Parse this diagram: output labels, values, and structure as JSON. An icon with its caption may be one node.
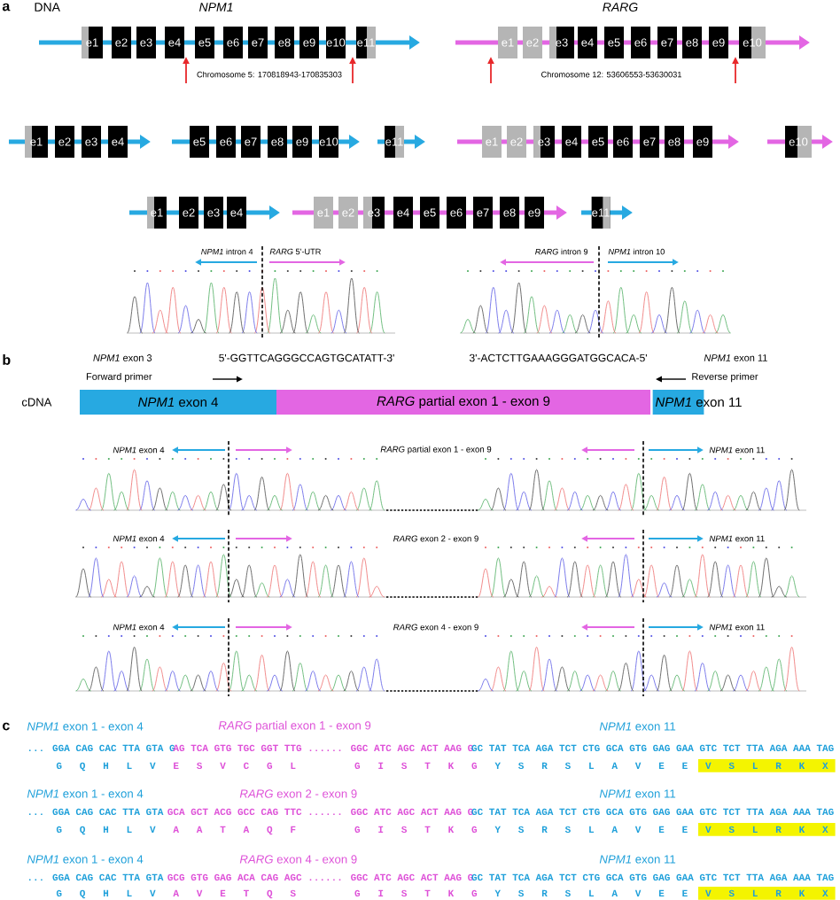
{
  "diagram": {
    "nodes": [
      {
        "text": [
          "e1"
        ]
      },
      {
        "text": [
          "e2"
        ]
      },
      {
        "text": [
          "e3"
        ]
      },
      {
        "text": [
          "e4"
        ]
      },
      {
        "text": [
          "e5"
        ]
      },
      {
        "text": [
          "e6"
        ]
      },
      {
        "text": [
          "e7"
        ]
      },
      {
        "text": [
          "e8"
        ]
      },
      {
        "text": [
          "e9"
        ]
      },
      {
        "text": [
          "e10"
        ]
      },
      {
        "text": [
          "e11"
        ]
      },
      {
        "text": [
          "e1"
        ]
      },
      {
        "text": [
          "e2"
        ]
      },
      {
        "text": [
          "e3"
        ]
      },
      {
        "text": [
          "e4"
        ]
      },
      {
        "text": [
          "e5"
        ]
      },
      {
        "text": [
          "e6"
        ]
      },
      {
        "text": [
          "e7"
        ]
      },
      {
        "text": [
          "e8"
        ]
      },
      {
        "text": [
          "e9"
        ]
      },
      {
        "text": [
          "e10"
        ]
      },
      {
        "text": [
          "e1"
        ]
      },
      {
        "text": [
          "e2"
        ]
      },
      {
        "text": [
          "e3"
        ]
      },
      {
        "text": [
          "e4"
        ]
      },
      {
        "text": [
          "e5"
        ]
      },
      {
        "text": [
          "e6"
        ]
      },
      {
        "text": [
          "e7"
        ]
      },
      {
        "text": [
          "e8"
        ]
      },
      {
        "text": [
          "e9"
        ]
      },
      {
        "text": [
          "e10"
        ]
      },
      {
        "text": [
          "e11"
        ]
      },
      {
        "text": [
          "e1"
        ]
      },
      {
        "text": [
          "e2"
        ]
      },
      {
        "text": [
          "e3"
        ]
      },
      {
        "text": [
          "e4"
        ]
      },
      {
        "text": [
          "e5"
        ]
      },
      {
        "text": [
          "e6"
        ]
      },
      {
        "text": [
          "e7"
        ]
      },
      {
        "text": [
          "e8"
        ]
      },
      {
        "text": [
          "e9"
        ]
      },
      {
        "text": [
          "e10"
        ]
      },
      {
        "text": [
          "e1"
        ]
      },
      {
        "text": [
          "e2"
        ]
      },
      {
        "text": [
          "e3"
        ]
      },
      {
        "text": [
          "e4"
        ]
      },
      {
        "text": [
          "e1"
        ]
      },
      {
        "text": [
          "e2"
        ]
      },
      {
        "text": [
          "e3"
        ]
      },
      {
        "text": [
          "e4"
        ]
      },
      {
        "text": [
          "e5"
        ]
      },
      {
        "text": [
          "e6"
        ]
      },
      {
        "text": [
          "e7"
        ]
      },
      {
        "text": [
          "e8"
        ]
      },
      {
        "text": [
          "e9"
        ]
      },
      {
        "text": [
          "e11"
        ]
      },
      {
        "text": [
          "*NPM1* exon 4"
        ]
      },
      {
        "text": [
          "*RARG* partial exon 1 - exon 9"
        ]
      },
      {
        "text": [
          "*NPM1* exon 11"
        ]
      },
      {
        "text": [
          "V S L R K X"
        ]
      },
      {
        "text": [
          "V S L R K X"
        ]
      },
      {
        "text": [
          "V S L R K X"
        ]
      }
    ],
    "labels": [
      "a",
      "DNA",
      "NPM1",
      "RARG",
      "Chromosome 5: 170818943-170835303",
      "Chromosome 12: 53606553-53630031",
      "*NPM1* intron 4",
      "*RARG* 5'-UTR",
      "*RARG* intron 9",
      "*NPM1* intron 10",
      "b",
      "*NPM1* exon 3",
      "5'-GGTTCAGGGCCAGTGCATATT-3'",
      "3'-ACTCTTGAAAGGGATGGCACA-5'",
      "*NPM1* exon 11",
      "Forward primer",
      "Reverse primer",
      "cDNA",
      "*NPM1* exon 4",
      "*RARG* partial exon 1 - exon 9",
      "*NPM1* exon 11",
      "*NPM1* exon 4",
      "*RARG* exon 2 - exon 9",
      "*NPM1* exon 11",
      "*NPM1* exon 4",
      "*RARG* exon 4 - exon 9",
      "*NPM1* exon 11",
      "c",
      "*NPM1* exon 1 - exon 4",
      "*RARG* partial exon 1 - exon 9",
      "*NPM1* exon 11",
      "... GGA CAG CAC TTA GTA G",
      "AG TCA GTG TGC GGT TTG ...... GGC ATC AGC ACT AAG G",
      "GC TAT TCA AGA TCT CTG GCA GTG GAG GAA GTC TCT TTA AGA AAA TAG",
      "G Q H L V",
      "E S V C G L",
      "G I S T K G",
      "Y S R S L A V E E",
      "*NPM1* exon 1 - exon 4",
      "*RARG* exon 2 - exon 9",
      "*NPM1* exon 11",
      "... GGA CAG CAC TTA GTA",
      "GCA GCT ACG GCC CAG TTC ...... GGC ATC AGC ACT AAG G",
      "GC TAT TCA AGA TCT CTG GCA GTG GAG GAA GTC TCT TTA AGA AAA TAG",
      "G Q H L V",
      "A A T A Q F",
      "G I S T K G",
      "Y S R S L A V E E",
      "*NPM1* exon 1 - exon 4",
      "*RARG* exon 4 - exon 9",
      "*NPM1* exon 11",
      "... GGA CAG CAC TTA GTA",
      "GCG GTG GAG ACA CAG AGC ...... GGC ATC AGC ACT AAG G",
      "GC TAT TCA AGA TCT CTG GCA GTG GAG GAA GTC TCT TTA AGA AAA TAG",
      "G Q H L V",
      "A V E T Q S",
      "G I S T K G",
      "Y S R S L A V E E"
    ]
  }
}
